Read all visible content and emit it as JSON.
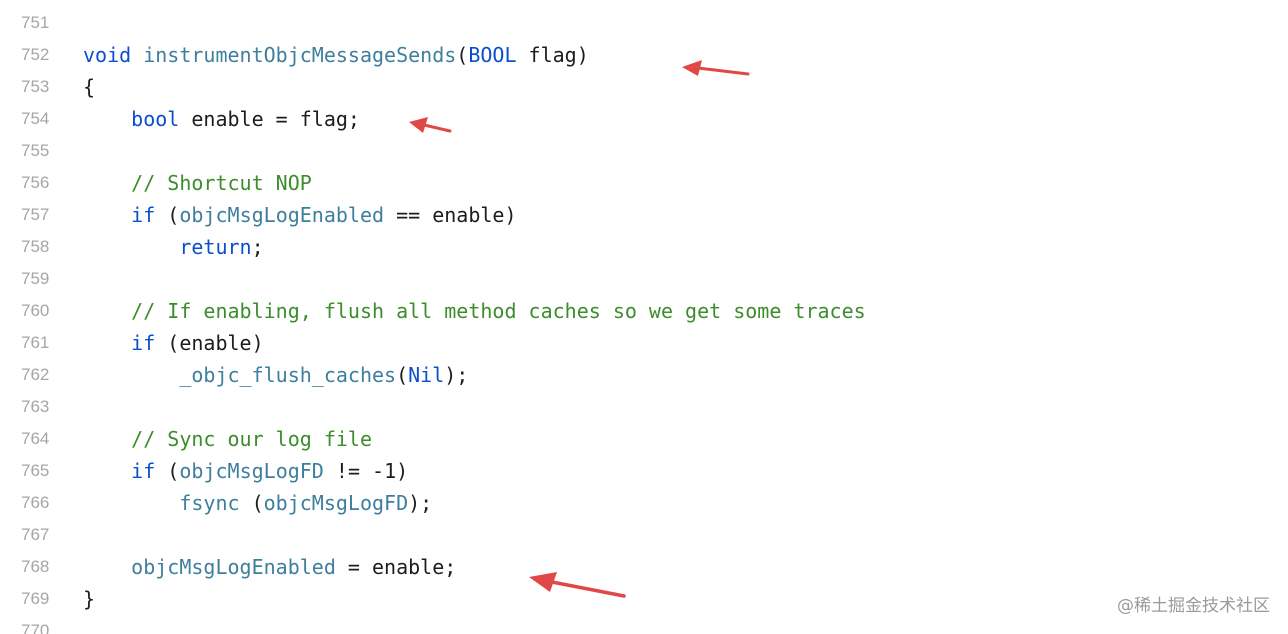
{
  "editor": {
    "lines": [
      {
        "num": "751",
        "tokens": []
      },
      {
        "num": "752",
        "tokens": [
          {
            "t": "void",
            "c": "kw"
          },
          {
            "t": " ",
            "c": "tx"
          },
          {
            "t": "instrumentObjcMessageSends",
            "c": "fn"
          },
          {
            "t": "(",
            "c": "tx"
          },
          {
            "t": "BOOL",
            "c": "kw"
          },
          {
            "t": " flag)",
            "c": "tx"
          }
        ]
      },
      {
        "num": "753",
        "tokens": [
          {
            "t": "{",
            "c": "tx"
          }
        ]
      },
      {
        "num": "754",
        "tokens": [
          {
            "t": "    ",
            "c": "tx"
          },
          {
            "t": "bool",
            "c": "kw"
          },
          {
            "t": " enable = flag;",
            "c": "tx"
          }
        ]
      },
      {
        "num": "755",
        "tokens": []
      },
      {
        "num": "756",
        "tokens": [
          {
            "t": "    ",
            "c": "tx"
          },
          {
            "t": "// Shortcut NOP",
            "c": "cm"
          }
        ]
      },
      {
        "num": "757",
        "tokens": [
          {
            "t": "    ",
            "c": "tx"
          },
          {
            "t": "if",
            "c": "kw"
          },
          {
            "t": " (",
            "c": "tx"
          },
          {
            "t": "objcMsgLogEnabled",
            "c": "fn"
          },
          {
            "t": " == enable)",
            "c": "tx"
          }
        ]
      },
      {
        "num": "758",
        "tokens": [
          {
            "t": "        ",
            "c": "tx"
          },
          {
            "t": "return",
            "c": "kw"
          },
          {
            "t": ";",
            "c": "tx"
          }
        ]
      },
      {
        "num": "759",
        "tokens": []
      },
      {
        "num": "760",
        "tokens": [
          {
            "t": "    ",
            "c": "tx"
          },
          {
            "t": "// If enabling, flush all method caches so we get some traces",
            "c": "cm"
          }
        ]
      },
      {
        "num": "761",
        "tokens": [
          {
            "t": "    ",
            "c": "tx"
          },
          {
            "t": "if",
            "c": "kw"
          },
          {
            "t": " (enable)",
            "c": "tx"
          }
        ]
      },
      {
        "num": "762",
        "tokens": [
          {
            "t": "        ",
            "c": "tx"
          },
          {
            "t": "_objc_flush_caches",
            "c": "fn"
          },
          {
            "t": "(",
            "c": "tx"
          },
          {
            "t": "Nil",
            "c": "kw"
          },
          {
            "t": ");",
            "c": "tx"
          }
        ]
      },
      {
        "num": "763",
        "tokens": []
      },
      {
        "num": "764",
        "tokens": [
          {
            "t": "    ",
            "c": "tx"
          },
          {
            "t": "// Sync our log file",
            "c": "cm"
          }
        ]
      },
      {
        "num": "765",
        "tokens": [
          {
            "t": "    ",
            "c": "tx"
          },
          {
            "t": "if",
            "c": "kw"
          },
          {
            "t": " (",
            "c": "tx"
          },
          {
            "t": "objcMsgLogFD",
            "c": "fn"
          },
          {
            "t": " != -1)",
            "c": "tx"
          }
        ]
      },
      {
        "num": "766",
        "tokens": [
          {
            "t": "        ",
            "c": "tx"
          },
          {
            "t": "fsync",
            "c": "fn"
          },
          {
            "t": " (",
            "c": "tx"
          },
          {
            "t": "objcMsgLogFD",
            "c": "fn"
          },
          {
            "t": ");",
            "c": "tx"
          }
        ]
      },
      {
        "num": "767",
        "tokens": []
      },
      {
        "num": "768",
        "tokens": [
          {
            "t": "    ",
            "c": "tx"
          },
          {
            "t": "objcMsgLogEnabled",
            "c": "fn"
          },
          {
            "t": " = enable;",
            "c": "tx"
          }
        ]
      },
      {
        "num": "769",
        "tokens": [
          {
            "t": "}",
            "c": "tx"
          }
        ]
      },
      {
        "num": "770",
        "tokens": []
      }
    ]
  },
  "colors": {
    "keyword": "#0b4fce",
    "identifier": "#3e7f9d",
    "comment": "#3c8d2c",
    "text": "#1d1d1d",
    "line_number": "#a6a6a6",
    "annotation_arrow": "#e04848"
  },
  "annotations": {
    "arrow_icon": "red-arrow-icon",
    "arrow_count": 3
  },
  "watermark": {
    "text": "@稀土掘金技术社区"
  }
}
